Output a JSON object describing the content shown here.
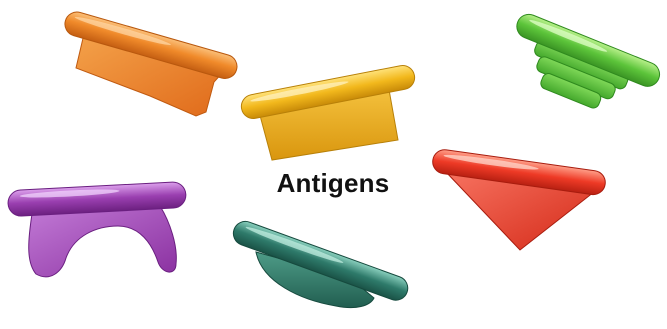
{
  "caption": "Antigens",
  "colors": {
    "orange": "#f08a2a",
    "yellow": "#f2b81c",
    "green": "#5cc43a",
    "purple": "#9a3fb0",
    "red": "#ee3a26",
    "teal": "#2e7a6a"
  },
  "shapes": [
    {
      "name": "orange-antigen",
      "kind": "tapered-wedge",
      "color": "orange"
    },
    {
      "name": "yellow-antigen",
      "kind": "rectangular-block",
      "color": "yellow"
    },
    {
      "name": "green-antigen",
      "kind": "stepped-block",
      "color": "green"
    },
    {
      "name": "purple-antigen",
      "kind": "arch",
      "color": "purple"
    },
    {
      "name": "red-antigen",
      "kind": "triangle",
      "color": "red"
    },
    {
      "name": "teal-antigen",
      "kind": "semicircle",
      "color": "teal"
    }
  ]
}
